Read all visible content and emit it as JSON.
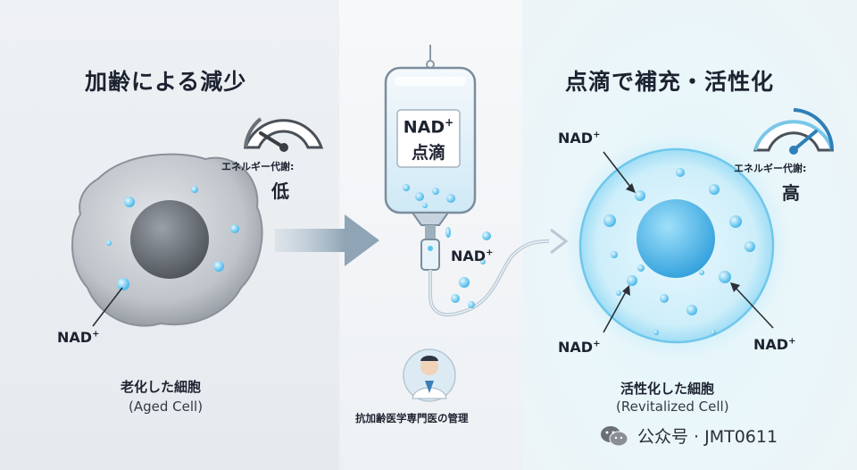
{
  "left": {
    "title": "加齢による減少",
    "energy_label": "エネルギー代謝:",
    "energy_value": "低",
    "nad_label": "NAD",
    "cell_label": "老化した細胞",
    "cell_sublabel": "(Aged Cell)"
  },
  "middle": {
    "bag_line1": "NAD",
    "bag_line2": "点滴",
    "drip_nad_label": "NAD",
    "doctor_label": "抗加齢医学専門医の管理"
  },
  "right": {
    "title": "点滴で補充・活性化",
    "energy_label": "エネルギー代謝:",
    "energy_value": "高",
    "nad_labels": [
      "NAD",
      "NAD",
      "NAD"
    ],
    "cell_label": "活性化した細胞",
    "cell_sublabel": "(Revitalized Cell)"
  },
  "superscript": "+",
  "watermark": "公众号 · JMT0611",
  "colors": {
    "aged_cell": "#9ea4ab",
    "revitalized_cell": "#bfe9f8",
    "nad_particle": "#5cc4ef",
    "arrow": "#8fa4b5",
    "gauge_low_needle": "#3a3f46",
    "gauge_high": "#2f7fb8"
  },
  "gauges": [
    {
      "name": "left",
      "level": 0.15
    },
    {
      "name": "right",
      "level": 0.85
    }
  ],
  "icons": [
    "gauge-icon",
    "doctor-icon",
    "iv-bag-icon",
    "wechat-icon",
    "arrow-right-icon"
  ]
}
